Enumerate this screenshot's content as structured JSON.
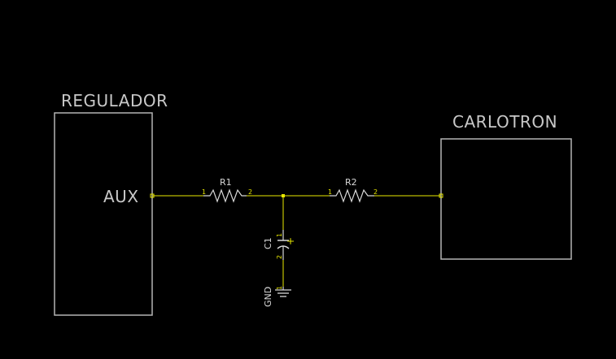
{
  "colors": {
    "background": "#000000",
    "box_outline": "#b4b4b4",
    "wire": "#e8e800",
    "component": "#d8d8d8",
    "label": "#c8c8c8"
  },
  "blocks": {
    "regulador": {
      "name": "REGULADOR",
      "pin": "AUX"
    },
    "carlotron": {
      "name": "CARLOTRON"
    }
  },
  "components": {
    "r1": {
      "ref": "R1",
      "pin1": "1",
      "pin2": "2"
    },
    "r2": {
      "ref": "R2",
      "pin1": "1",
      "pin2": "2"
    },
    "c1": {
      "ref": "C1",
      "pin1": "1",
      "pin2": "2",
      "polarity": "+"
    },
    "gnd": {
      "label": "GND",
      "pin": "1"
    }
  }
}
